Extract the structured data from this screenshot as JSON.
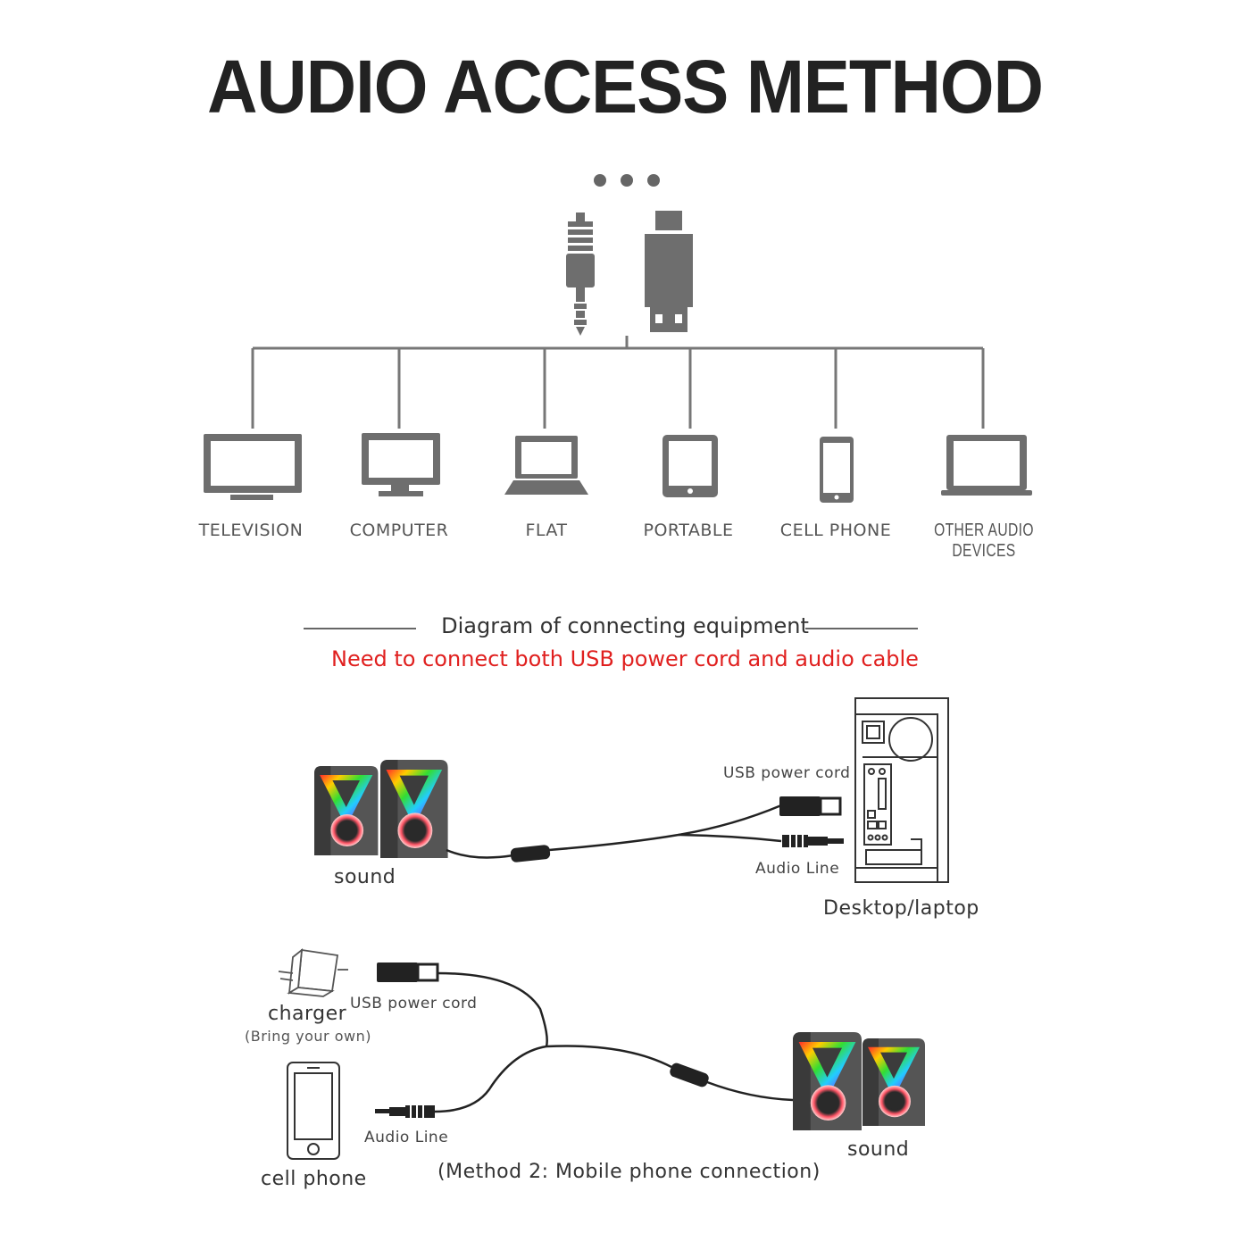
{
  "title": "AUDIO ACCESS METHOD",
  "devices": [
    {
      "label": "TELEVISION",
      "icon": "television-icon"
    },
    {
      "label": "COMPUTER",
      "icon": "monitor-icon"
    },
    {
      "label": "FLAT",
      "icon": "laptop-flat-icon"
    },
    {
      "label": "PORTABLE",
      "icon": "tablet-icon"
    },
    {
      "label": "CELL PHONE",
      "icon": "cell-phone-icon"
    },
    {
      "label": "OTHER AUDIO DEVICES",
      "icon": "laptop-icon"
    }
  ],
  "connectors": [
    "audio-jack-icon",
    "usb-plug-icon",
    "ellipsis-icon"
  ],
  "diagram": {
    "heading": "Diagram of connecting equipment",
    "note": "Need to connect both USB power cord and audio cable",
    "note_color": "#e0201f"
  },
  "method1": {
    "speakers_label": "sound",
    "usb_label": "USB power cord",
    "audio_label": "Audio Line",
    "host_label": "Desktop/laptop"
  },
  "method2": {
    "charger_label": "charger",
    "charger_note": "(Bring your own)",
    "usb_label": "USB power cord",
    "audio_label": "Audio Line",
    "phone_label": "cell phone",
    "speakers_label": "sound",
    "caption": "(Method 2: Mobile phone connection)"
  },
  "colors": {
    "icon_gray": "#6e6e6e",
    "line_gray": "#777777",
    "text_dark": "#222222"
  }
}
